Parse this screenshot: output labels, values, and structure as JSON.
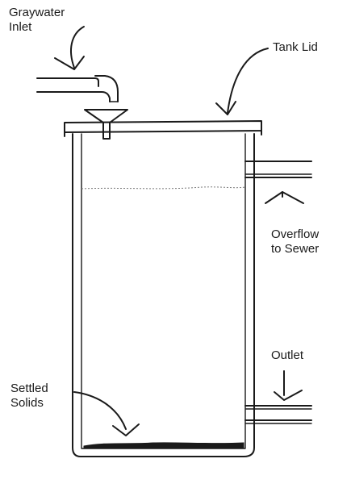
{
  "labels": {
    "graywater_inlet": [
      "Graywater",
      "Inlet"
    ],
    "tank_lid": "Tank Lid",
    "overflow": [
      "Overflow",
      "to Sewer"
    ],
    "outlet": "Outlet",
    "settled_solids": [
      "Settled",
      "Solids"
    ]
  },
  "colors": {
    "ink": "#1a1a1a",
    "background": "#ffffff",
    "water_line": "#7a7a7a"
  }
}
